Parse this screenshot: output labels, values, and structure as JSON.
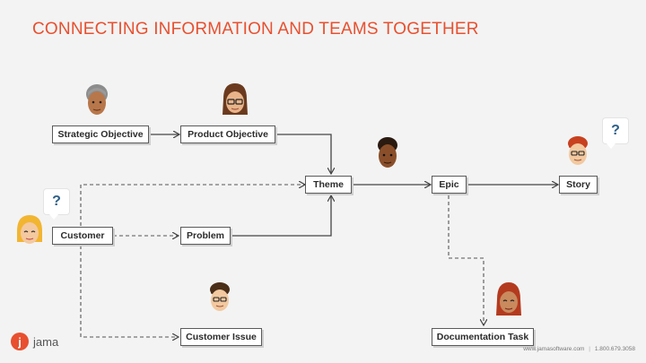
{
  "title": "CONNECTING INFORMATION AND TEAMS TOGETHER",
  "nodes": {
    "strategic_objective": "Strategic Objective",
    "product_objective": "Product Objective",
    "theme": "Theme",
    "epic": "Epic",
    "story": "Story",
    "customer": "Customer",
    "problem": "Problem",
    "customer_issue": "Customer Issue",
    "documentation_task": "Documentation Task"
  },
  "bubbles": {
    "customer_question": "?",
    "story_question": "?"
  },
  "logo": {
    "mark": "j",
    "name": "jama"
  },
  "footer": {
    "website": "www.jamasoftware.com",
    "separator": "|",
    "phone": "1.800.679.3058"
  },
  "colors": {
    "title": "#e8502f",
    "question_mark": "#2d5f86",
    "logo": "#e8502f"
  },
  "icons": [
    "question-mark-icon",
    "jama-logo-icon",
    "person-avatar-icon"
  ]
}
